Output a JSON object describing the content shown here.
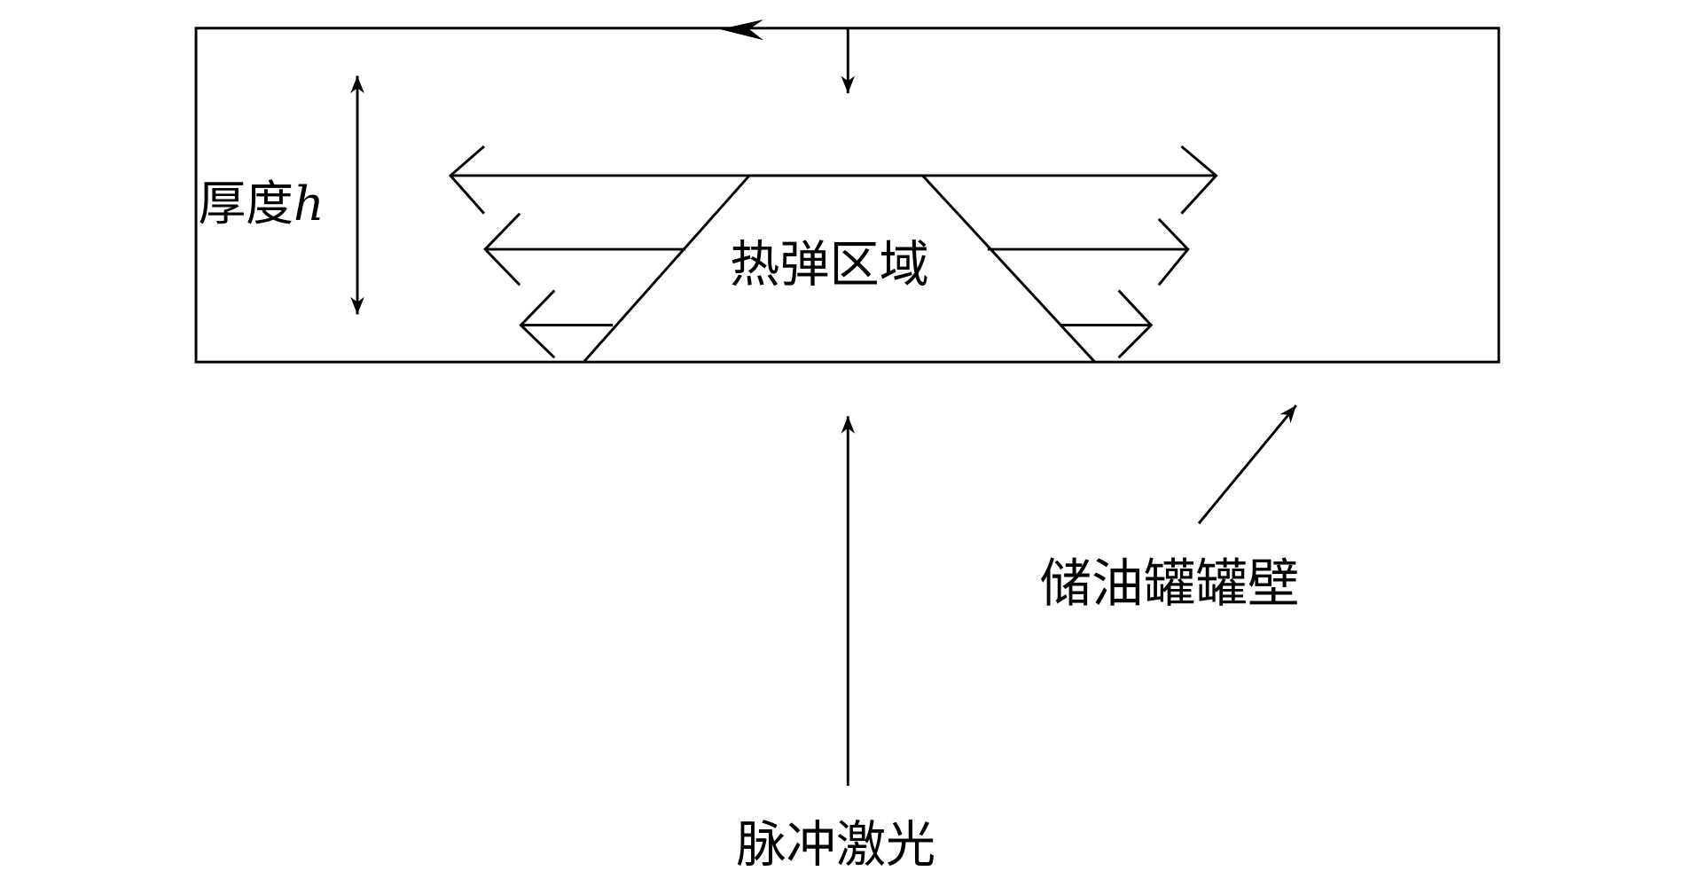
{
  "labels": {
    "thickness": "厚度",
    "thickness_var": "h",
    "hot_spot": "热弹区域",
    "tank_wall": "储油罐罐壁",
    "pulse_laser": "脉冲激光"
  },
  "colors": {
    "line": "#000000",
    "background": "#ffffff"
  }
}
